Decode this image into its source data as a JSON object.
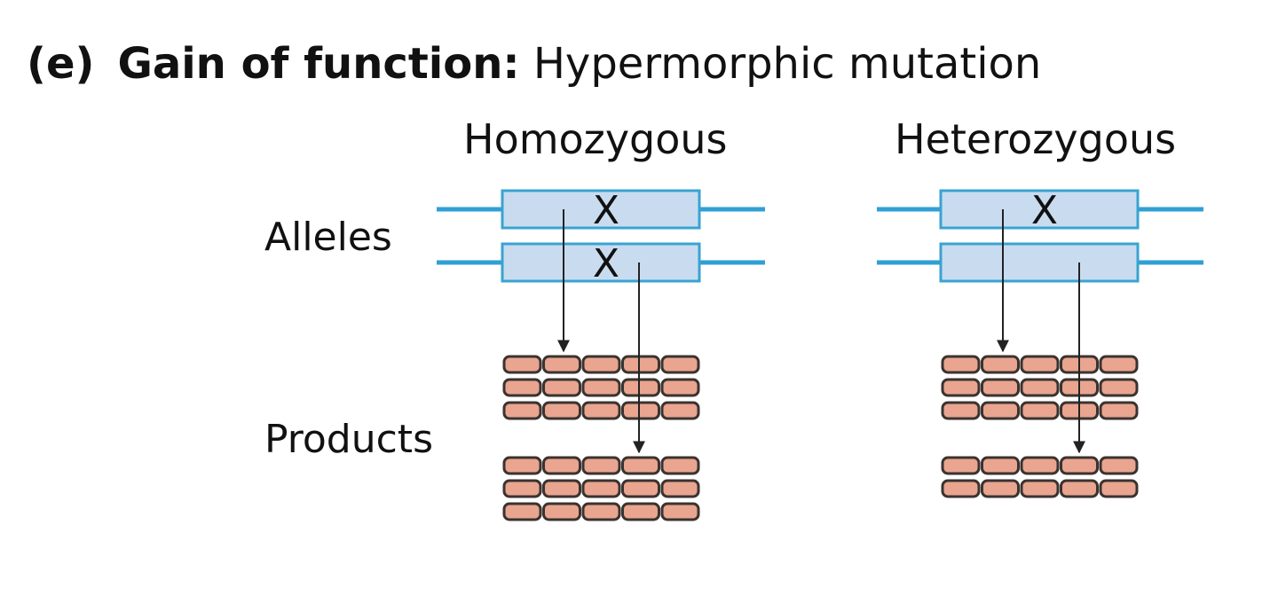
{
  "title": {
    "panel": "(e)",
    "bold": "Gain of function:",
    "rest": "Hypermorphic mutation"
  },
  "columns": [
    {
      "label": "Homozygous",
      "alleles": [
        {
          "mark": "X"
        },
        {
          "mark": "X"
        }
      ],
      "product_rows": [
        3,
        3
      ]
    },
    {
      "label": "Heterozygous",
      "alleles": [
        {
          "mark": "X"
        },
        {
          "mark": ""
        }
      ],
      "product_rows": [
        3,
        2
      ]
    }
  ],
  "row_labels": {
    "alleles": "Alleles",
    "products": "Products"
  },
  "colors": {
    "allele_fill": "#c9dcef",
    "allele_stroke": "#39a3d2",
    "line_blue": "#2f9fd4",
    "product_fill": "#e9a58f",
    "product_stroke": "#3a3330",
    "arrow": "#222222"
  }
}
